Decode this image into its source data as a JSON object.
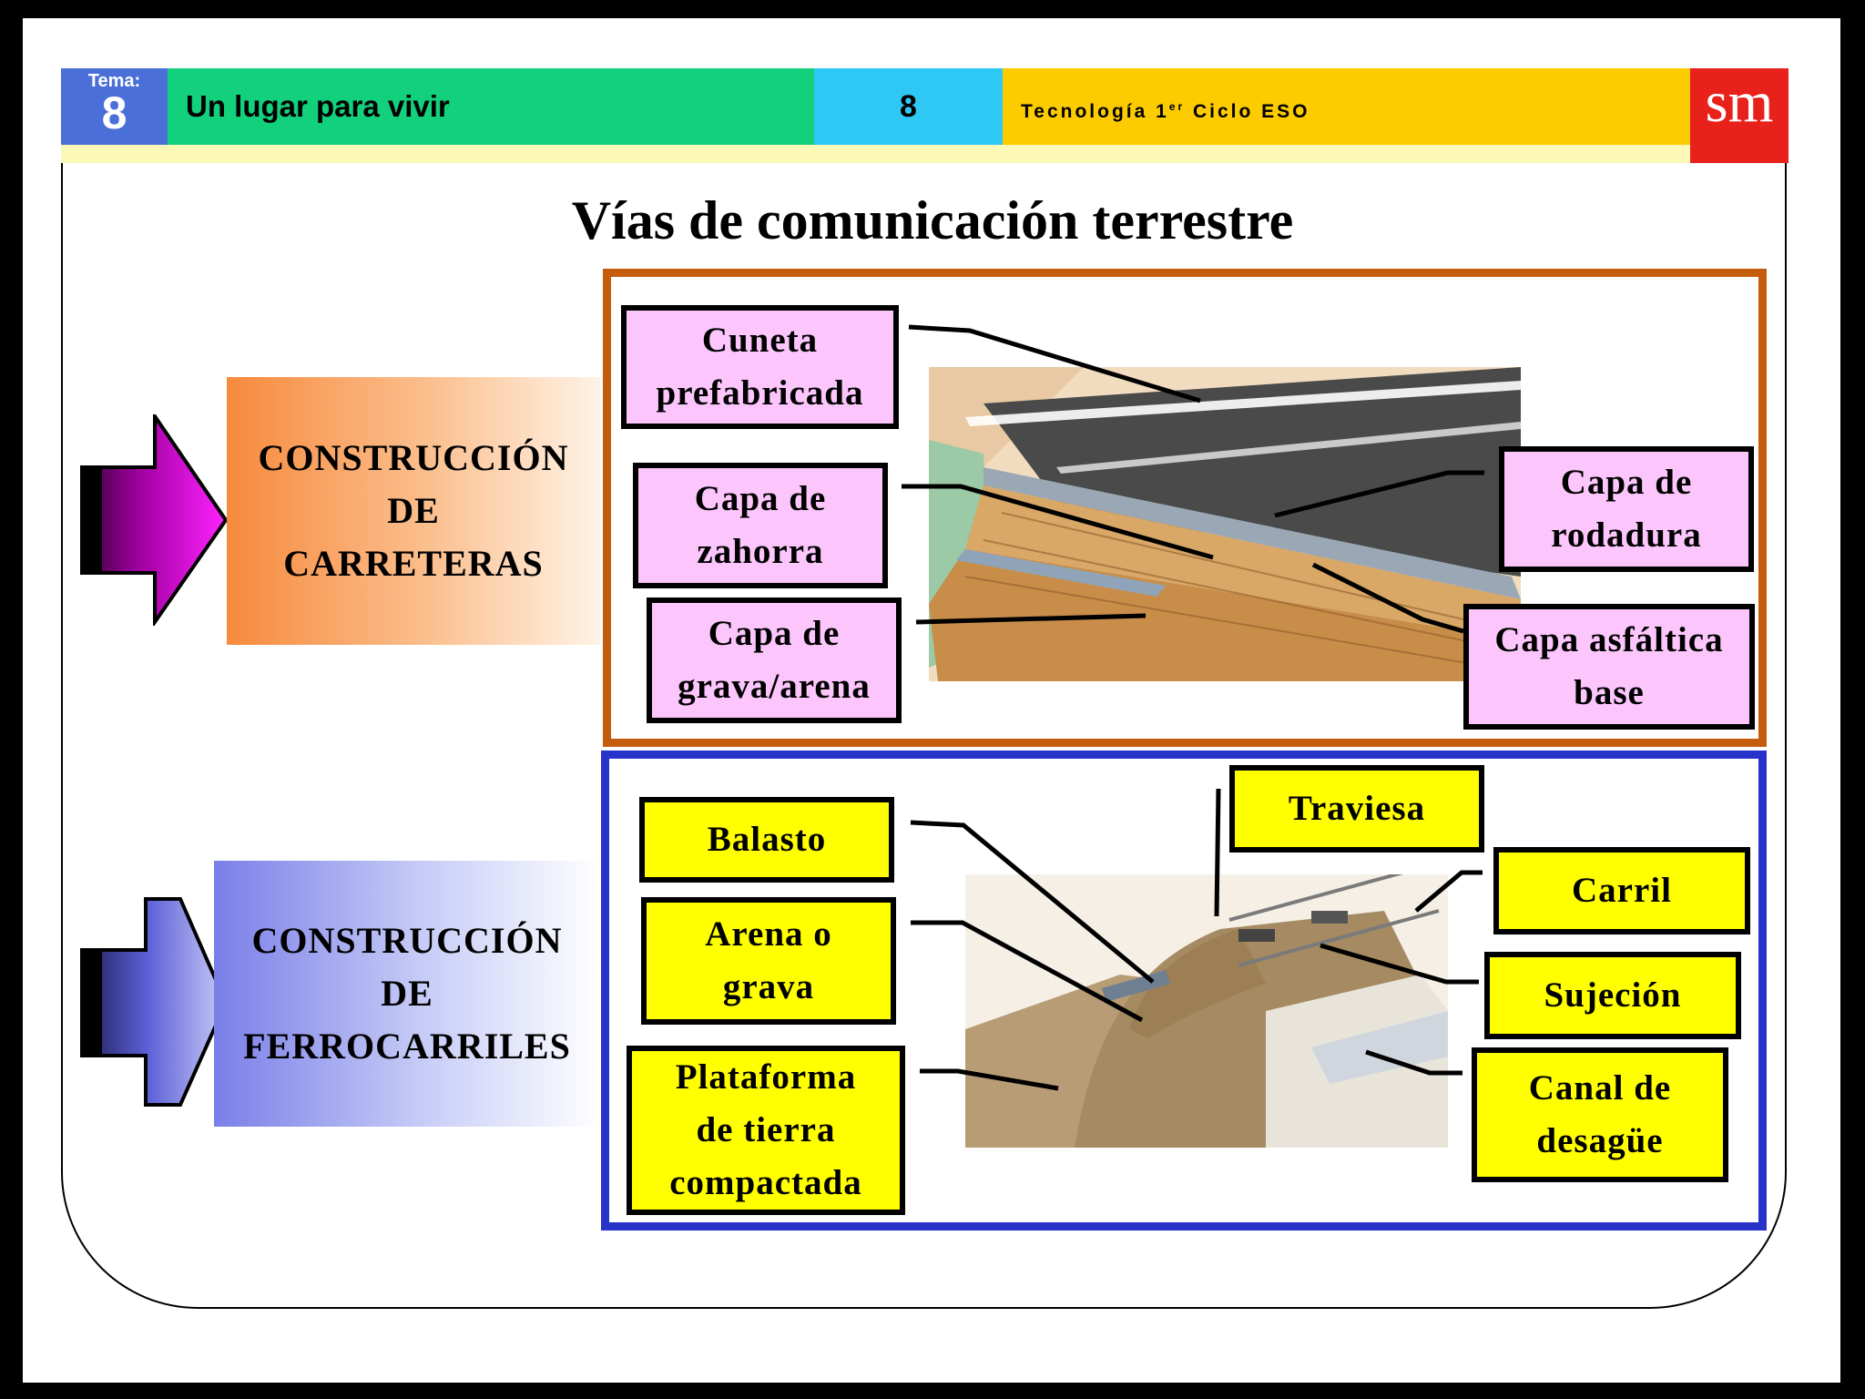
{
  "header": {
    "tema_label": "Tema:",
    "tema_number": "8",
    "unit_title": "Un lugar para vivir",
    "page_number": "8",
    "course": "Tecnología 1",
    "course_superscript": "er",
    "course_suffix": " Ciclo ESO",
    "logo_text": "sm"
  },
  "title": "Vías de comunicación terrestre",
  "sections": {
    "roads": {
      "category_lines": [
        "CONSTRUCCIÓN",
        "DE",
        "CARRETERAS"
      ],
      "labels": {
        "cuneta": [
          "Cuneta",
          "prefabricada"
        ],
        "zahorra": [
          "Capa de",
          "zahorra"
        ],
        "grava": [
          "Capa de",
          "grava/arena"
        ],
        "rodadura": [
          "Capa de",
          "rodadura"
        ],
        "asfaltica": [
          "Capa asfáltica",
          "base"
        ]
      }
    },
    "railways": {
      "category_lines": [
        "CONSTRUCCIÓN",
        "DE",
        "FERROCARRILES"
      ],
      "labels": {
        "balasto": [
          "Balasto"
        ],
        "arena": [
          "Arena o",
          "grava"
        ],
        "plataforma": [
          "Plataforma",
          "de tierra",
          "compactada"
        ],
        "traviesa": [
          "Traviesa"
        ],
        "carril": [
          "Carril"
        ],
        "sujecion": [
          "Sujeción"
        ],
        "canal": [
          "Canal de",
          "desagüe"
        ]
      }
    }
  },
  "colors": {
    "tema_blue": "#4b6fd8",
    "header_green": "#12d07c",
    "header_cyan": "#2fc8f5",
    "header_yellow": "#fccb00",
    "logo_red": "#e8211b",
    "road_frame": "#c55b0c",
    "rail_frame": "#2833c9",
    "road_label_bg": "#fcc6fc",
    "rail_label_bg": "#ffff00",
    "road_arrow": "#e600e6",
    "rail_arrow": "#5b5fd6"
  }
}
